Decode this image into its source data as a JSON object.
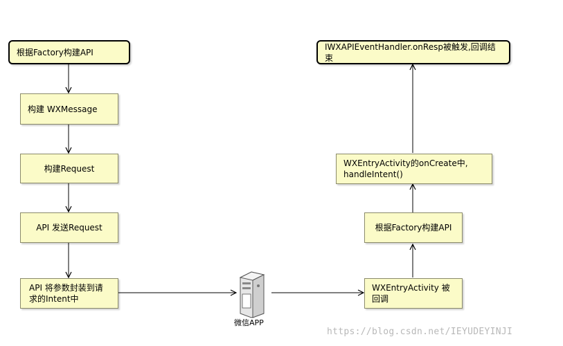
{
  "diagram": {
    "left_column": [
      "根据Factory构建API",
      "构建 WXMessage",
      "构建Request",
      "API 发送Request",
      "API 将参数封装到请\n求的Intent中"
    ],
    "server": {
      "label": "微信APP",
      "icon": "server-icon"
    },
    "right_column": [
      "WXEntryActivity 被\n回调",
      "根据Factory构建API",
      "WXEntryActivity的onCreate中,\nhandleIntent()",
      "IWXAPIEventHandler.onResp被触发,回调结束"
    ]
  },
  "watermark": "https://blog.csdn.net/IEYUDEYINJI"
}
